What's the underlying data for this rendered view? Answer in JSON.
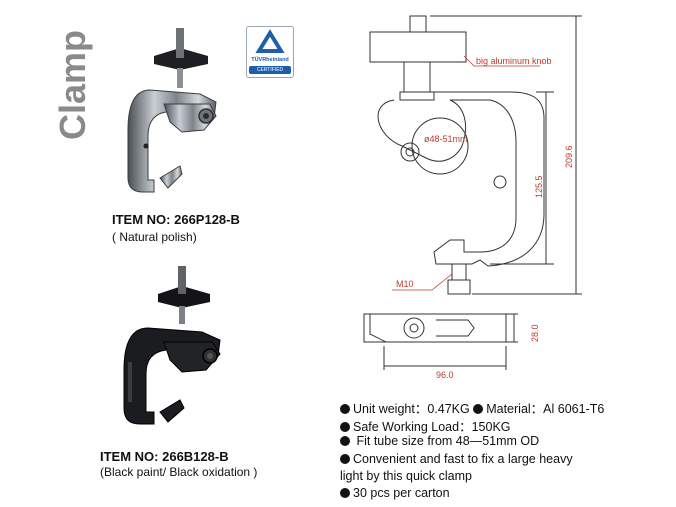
{
  "side_title": "Clamp",
  "badge": {
    "brand": "TÜVRheinland",
    "status": "CERTIFIED",
    "accent": "#1d5fa8"
  },
  "products": [
    {
      "item_no": "ITEM NO: 266P128-B",
      "finish": "( Natural polish)"
    },
    {
      "item_no": "ITEM NO: 266B128-B",
      "finish": "(Black paint/ Black oxidation )"
    }
  ],
  "drawing": {
    "knob_label": "big aluminum knob",
    "tube_label": "ø48-51mm",
    "bolt_label": "M10",
    "height_inner": "125.5",
    "height_total": "209.6",
    "depth": "28.0",
    "width": "96.0",
    "line_color": "#333333",
    "annotation_color": "#c0392b"
  },
  "specs": {
    "line1_a": "Unit weight：0.47KG",
    "line1_b": "Material：Al 6061-T6",
    "line2": "Safe Working Load：150KG",
    "line3": " Fit tube size from 48—51mm OD",
    "line4": "Convenient and fast to fix a large heavy",
    "line4_cont": "light by this quick clamp",
    "line5": "30 pcs per carton"
  }
}
